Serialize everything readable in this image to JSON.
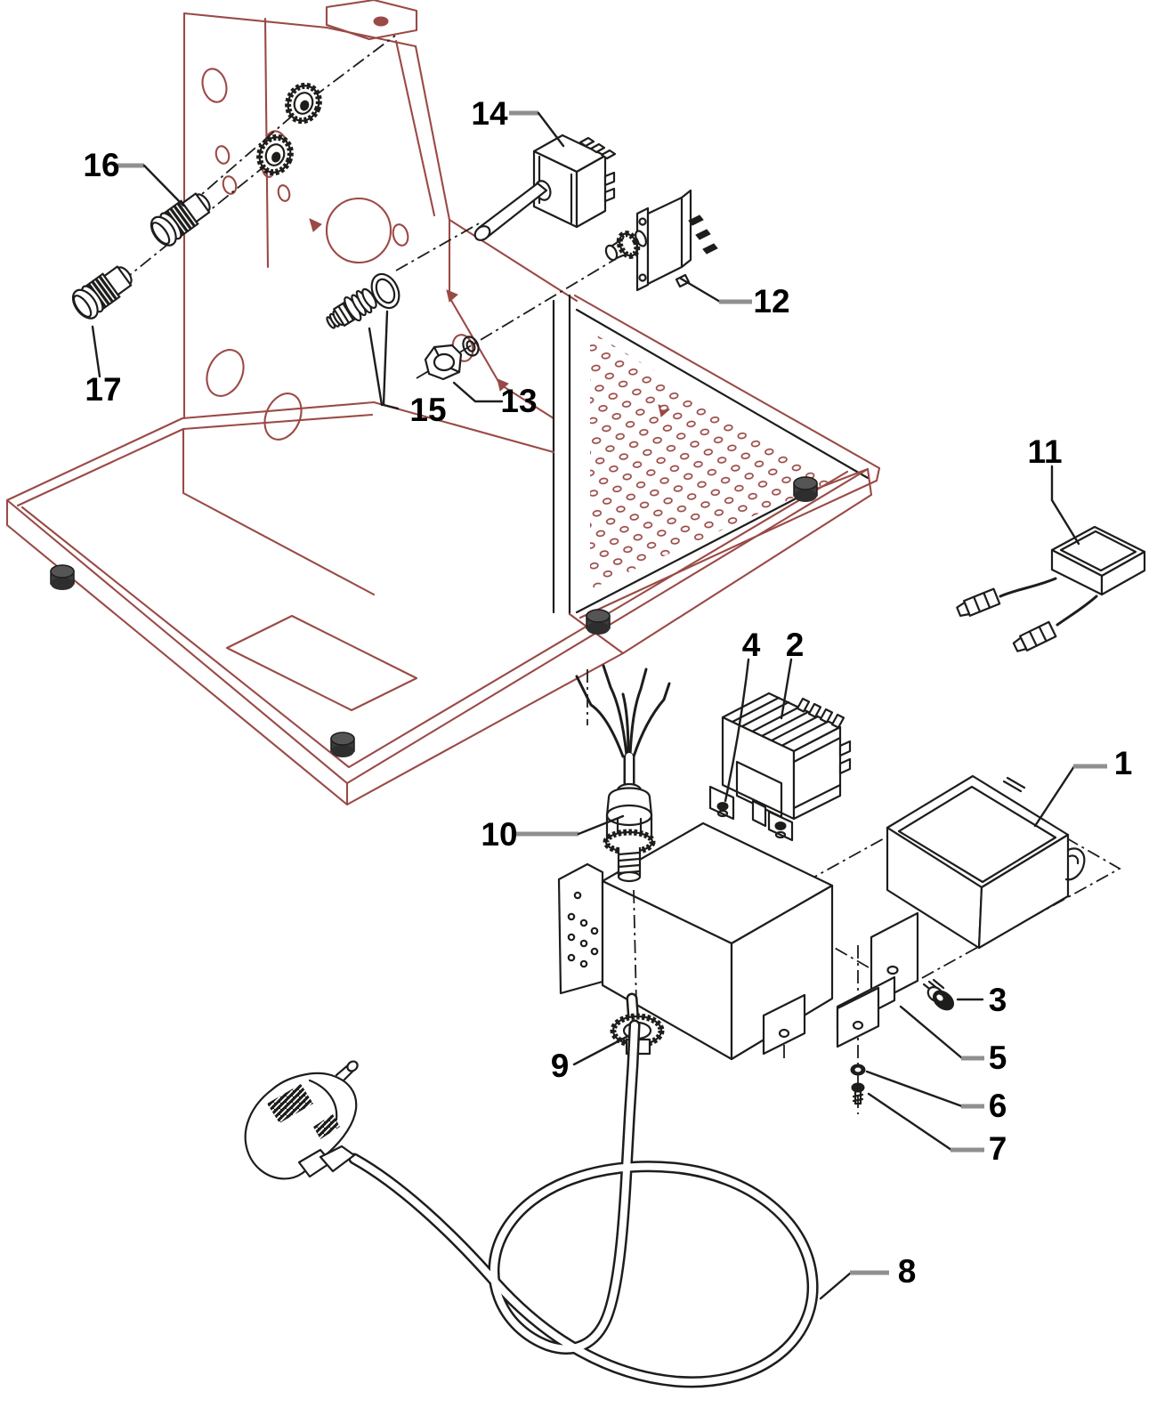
{
  "colors": {
    "background": "#ffffff",
    "chassis": "#9a4a46",
    "ink": "#1d1d1b",
    "leader": "#8f8f8f"
  },
  "parts": [
    {
      "num": "1"
    },
    {
      "num": "2"
    },
    {
      "num": "3"
    },
    {
      "num": "4"
    },
    {
      "num": "5"
    },
    {
      "num": "6"
    },
    {
      "num": "7"
    },
    {
      "num": "8"
    },
    {
      "num": "9"
    },
    {
      "num": "10"
    },
    {
      "num": "11"
    },
    {
      "num": "12"
    },
    {
      "num": "13"
    },
    {
      "num": "14"
    },
    {
      "num": "15"
    },
    {
      "num": "16"
    },
    {
      "num": "17"
    }
  ]
}
